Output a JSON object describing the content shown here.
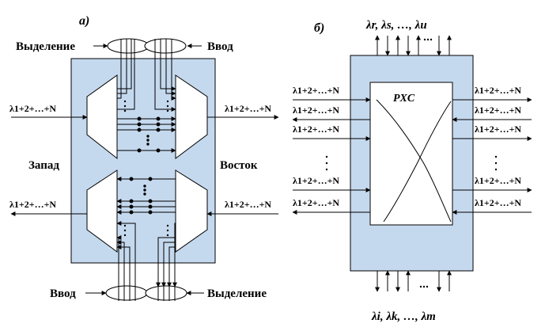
{
  "panel_a": {
    "label": "а)",
    "drop_top": "Выделение",
    "add_top": "Ввод",
    "add_bottom": "Ввод",
    "drop_bottom": "Выделение",
    "west": "Запад",
    "east": "Восток",
    "lambda_west_in": "λ1+2+…+N",
    "lambda_east_out": "λ1+2+…+N",
    "lambda_west_out": "λ1+2+…+N",
    "lambda_east_in": "λ1+2+…+N"
  },
  "panel_b": {
    "label": "б)",
    "switch_label": "PXC",
    "top_lambdas": "λr, λs, …, λu",
    "bottom_lambdas": "λi, λk, …, λm",
    "port_label": "λ1+2+…+N",
    "left_ports": [
      "λ1+2+…+N",
      "λ1+2+…+N",
      "λ1+2+…+N",
      "λ1+2+…+N",
      "λ1+2+…+N"
    ],
    "right_ports": [
      "λ1+2+…+N",
      "λ1+2+…+N",
      "λ1+2+…+N",
      "λ1+2+…+N",
      "λ1+2+…+N"
    ]
  },
  "colors": {
    "node_fill": "#c5d9ee",
    "line": "#000000"
  }
}
